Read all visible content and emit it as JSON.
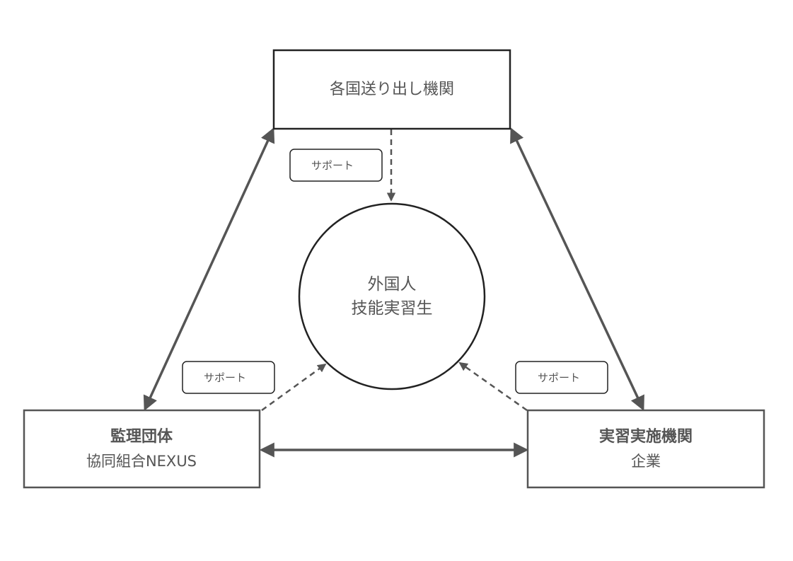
{
  "nodes": {
    "sending_org": {
      "label": "各国送り出し機関"
    },
    "supervising_org": {
      "title": "監理団体",
      "subtitle": "協同組合NEXUS"
    },
    "implementing_org": {
      "title": "実習実施機関",
      "subtitle": "企業"
    },
    "trainee": {
      "line1": "外国人",
      "line2": "技能実習生"
    }
  },
  "support_labels": {
    "top": "サポート",
    "left": "サポート",
    "right": "サポート"
  },
  "colors": {
    "line": "#555555",
    "box_border": "#555555",
    "box_border_dark": "#222222",
    "text": "#555555",
    "background": "#ffffff"
  }
}
